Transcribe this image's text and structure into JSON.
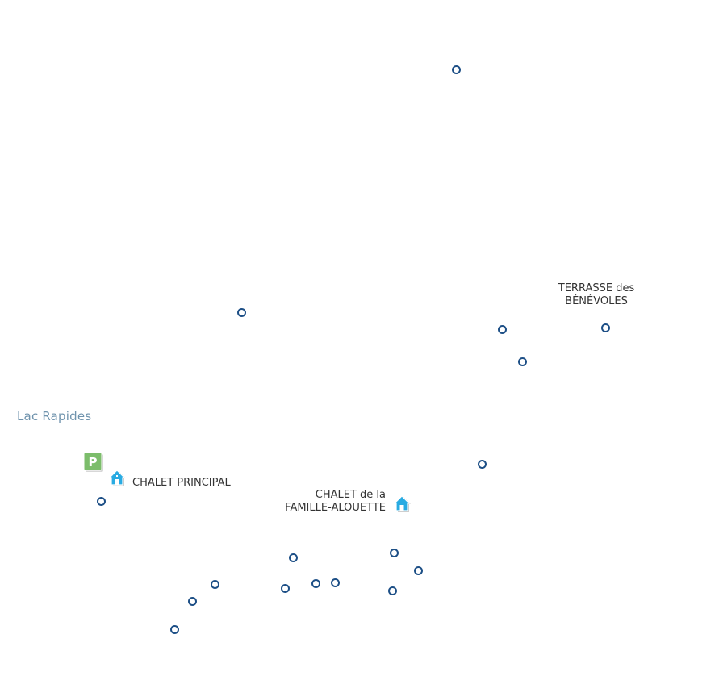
{
  "map": {
    "lake_label": "Lac Rapides",
    "places": [
      {
        "id": "terrasse",
        "line1": "TERRASSE des",
        "line2": "BÉNÉVOLES"
      },
      {
        "id": "chalet-principal",
        "line1": "CHALET PRINCIPAL"
      },
      {
        "id": "chalet-famille",
        "line1": "CHALET de la",
        "line2": "FAMILLE-ALOUETTE"
      }
    ],
    "icons": {
      "chalet": "house-icon",
      "parking": "parking-icon",
      "marker": "circle-marker-icon"
    },
    "parking_letter": "P",
    "colors": {
      "marker_stroke": "#1d4f86",
      "chalet_fill": "#29abe2",
      "parking_fill": "#7cbd6b",
      "lake_label": "#6f93ad",
      "label_text": "#333333"
    }
  }
}
